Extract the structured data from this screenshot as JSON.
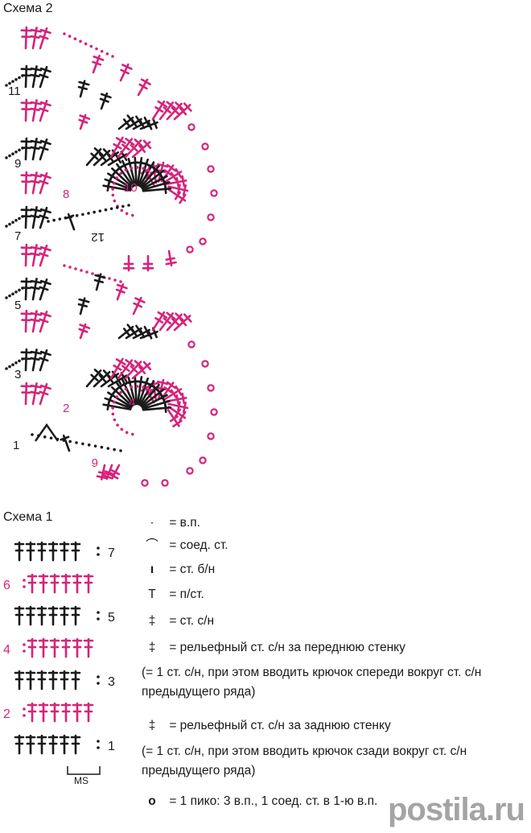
{
  "colors": {
    "black": "#1a1a1a",
    "magenta": "#d6237a"
  },
  "scheme2": {
    "title": "Схема 2",
    "row_labels": [
      {
        "text": "11",
        "color": "black"
      },
      {
        "text": "9",
        "color": "black"
      },
      {
        "text": "8",
        "color": "magenta"
      },
      {
        "text": "10",
        "color": "magenta"
      },
      {
        "text": "7",
        "color": "black"
      },
      {
        "text": "12",
        "color": "black"
      },
      {
        "text": "5",
        "color": "black"
      },
      {
        "text": "3",
        "color": "black"
      },
      {
        "text": "4",
        "color": "magenta"
      },
      {
        "text": "2",
        "color": "magenta"
      },
      {
        "text": "1",
        "color": "black"
      },
      {
        "text": "6",
        "color": "magenta"
      }
    ]
  },
  "scheme1": {
    "title": "Схема 1",
    "rows": [
      {
        "label": "7",
        "color": "black",
        "side": "right"
      },
      {
        "label": "6",
        "color": "magenta",
        "side": "left"
      },
      {
        "label": "5",
        "color": "black",
        "side": "right"
      },
      {
        "label": "4",
        "color": "magenta",
        "side": "left"
      },
      {
        "label": "3",
        "color": "black",
        "side": "right"
      },
      {
        "label": "2",
        "color": "magenta",
        "side": "left"
      },
      {
        "label": "1",
        "color": "black",
        "side": "right"
      }
    ],
    "repeat_label": "MS"
  },
  "legend": [
    {
      "symbol": "·",
      "text": "= в.п."
    },
    {
      "symbol": "⌒",
      "text": "= соед. ст."
    },
    {
      "symbol": "ı",
      "text": "= ст. б/н"
    },
    {
      "symbol": "T",
      "text": "= п/ст."
    },
    {
      "symbol": "‡",
      "text": "= ст. с/н"
    },
    {
      "symbol": "‡",
      "text": "= рельефный ст. с/н за переднюю стенку"
    },
    {
      "symbol": "‡",
      "text": "= рельефный ст. с/н за заднюю стенку"
    },
    {
      "symbol": "o",
      "text": "= 1 пико: 3 в.п., 1 соед. ст. в 1-ю в.п."
    }
  ],
  "legend_notes": [
    "(= 1 ст. с/н, при этом вводить крючок спереди вокруг ст. с/н предыдущего ряда)",
    "(= 1 ст. с/н, при этом вводить крючок сзади вокруг ст. с/н предыдущего ряда)"
  ],
  "watermark": "postila.ru"
}
